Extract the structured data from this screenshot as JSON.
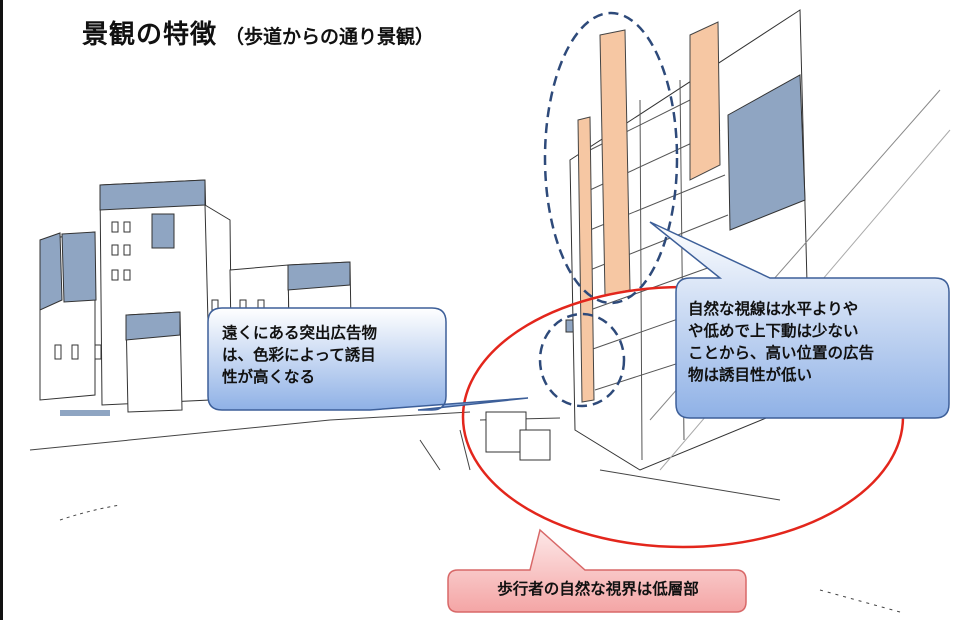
{
  "title": {
    "main": "景観の特徴",
    "sub": "（歩道からの通り景観）"
  },
  "callouts": {
    "left": {
      "lines": [
        "遠くにある突出広告物",
        "は、色彩によって誘目",
        "性が高くなる"
      ]
    },
    "right": {
      "lines": [
        "自然な視線は水平よりや",
        "や低めで上下動は少ない",
        "ことから、高い位置の広告",
        "物は誘目性が低い"
      ]
    },
    "bottom": {
      "text": "歩行者の自然な視界は低層部"
    }
  },
  "colors": {
    "building_roof_blue": "#8fa5c2",
    "sign_peach": "#f6c7a3",
    "callout_blue_top": "#ffffff",
    "callout_blue_bottom": "#8fb1e6",
    "callout_pink_top": "#fde8e8",
    "callout_pink_bottom": "#f4a5a5",
    "view_ellipse_red": "#e3261c",
    "dashed_outline_navy": "#2e4a7a"
  }
}
